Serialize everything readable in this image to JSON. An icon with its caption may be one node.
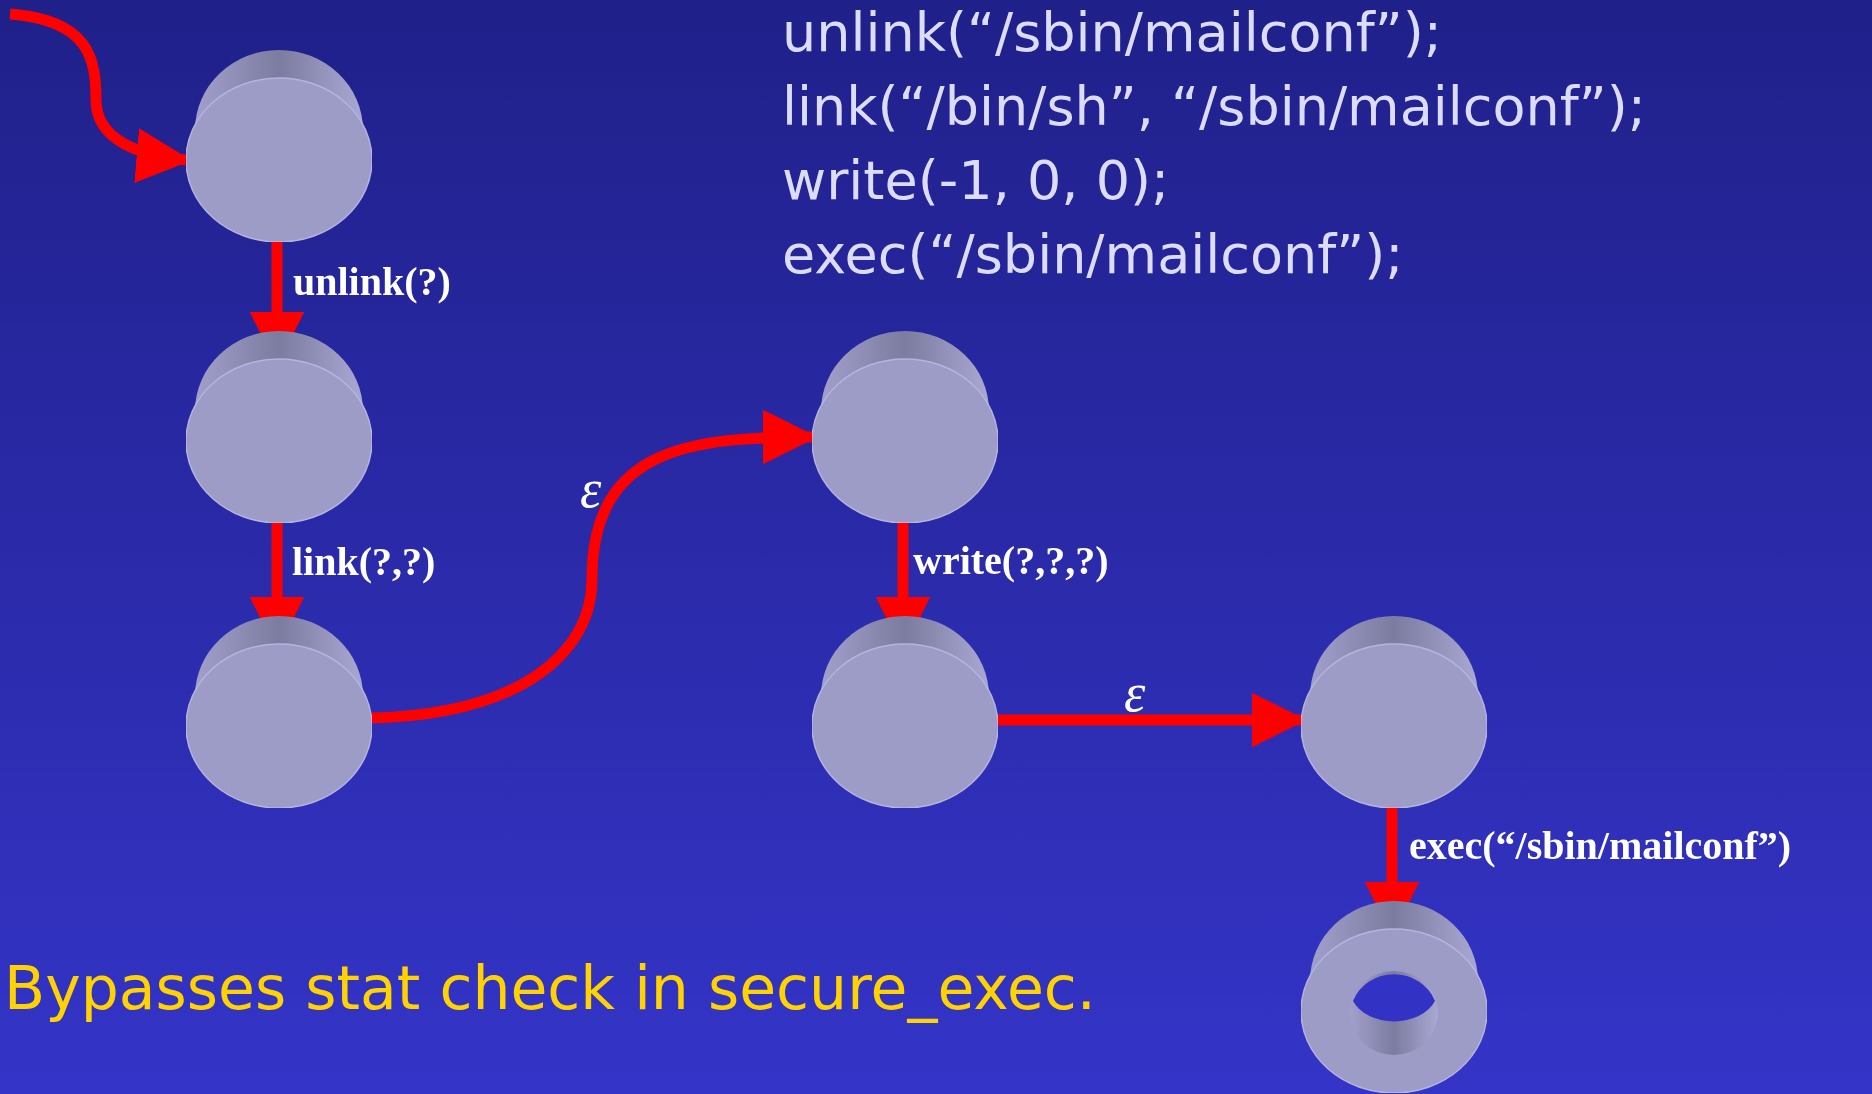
{
  "diagram": {
    "nodes": [
      {
        "text": [],
        "shape": "cylinder"
      },
      {
        "text": [],
        "shape": "cylinder"
      },
      {
        "text": [],
        "shape": "cylinder"
      },
      {
        "text": [],
        "shape": "cylinder"
      },
      {
        "text": [],
        "shape": "cylinder"
      },
      {
        "text": [],
        "shape": "cylinder"
      },
      {
        "text": [],
        "shape": "ring"
      }
    ],
    "edges": [
      {
        "from": null,
        "to": 0,
        "arrow": "to"
      },
      {
        "from": 0,
        "to": 1,
        "arrow": "to",
        "label": "unlink(?)"
      },
      {
        "from": 1,
        "to": 2,
        "arrow": "to",
        "label": "link(?,?)"
      },
      {
        "from": 2,
        "to": 3,
        "arrow": "to",
        "label": "ε"
      },
      {
        "from": 3,
        "to": 4,
        "arrow": "to",
        "label": "write(?,?,?)"
      },
      {
        "from": 4,
        "to": 5,
        "arrow": "to",
        "label": "ε"
      },
      {
        "from": 5,
        "to": 6,
        "arrow": "to",
        "label": "exec(“/sbin/mailconf”)"
      }
    ],
    "labels": [
      "unlink(“/sbin/mailconf”);",
      "link(“/bin/sh”, “/sbin/mailconf”);",
      "write(-1, 0, 0);",
      "exec(“/sbin/mailconf”);",
      "Bypasses stat check in secure_exec."
    ]
  }
}
